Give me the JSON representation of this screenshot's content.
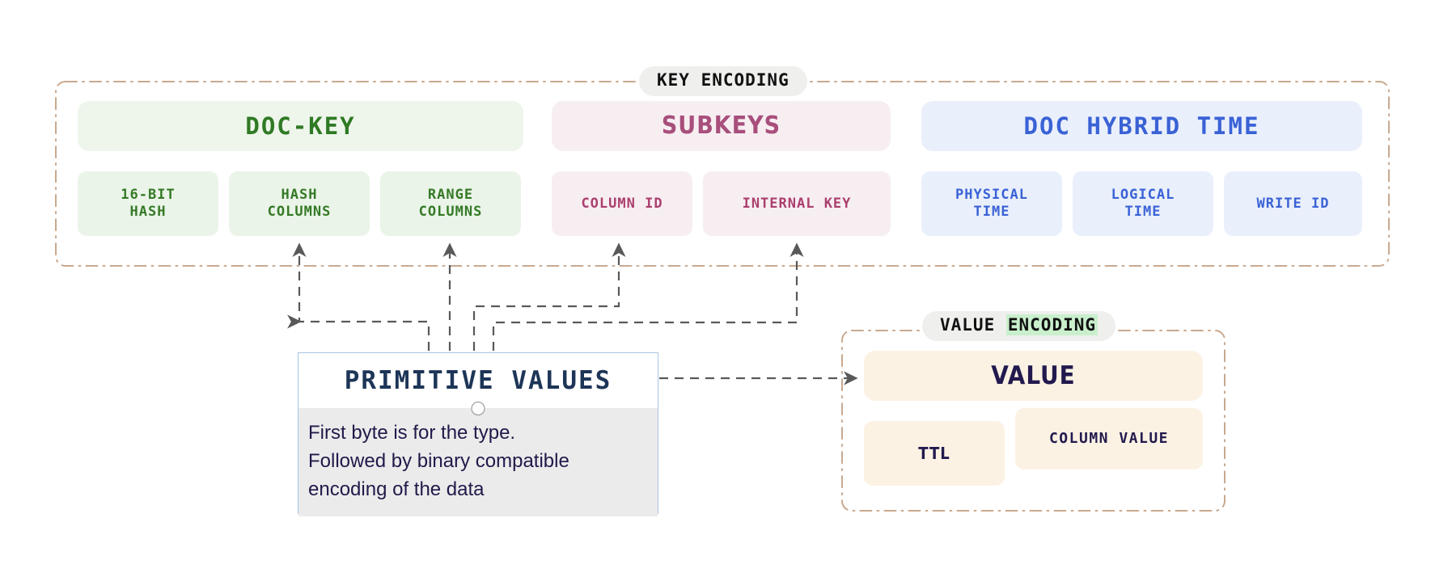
{
  "key_encoding": {
    "label_full": "KEY ENCODING",
    "sections": [
      {
        "name": "doc-key",
        "title": "DOC-KEY",
        "chips": [
          {
            "name": "16-bit-hash",
            "line1": "16-BIT",
            "line2": "HASH"
          },
          {
            "name": "hash-columns",
            "line1": "HASH",
            "line2": "COLUMNS"
          },
          {
            "name": "range-columns",
            "line1": "RANGE",
            "line2": "COLUMNS"
          }
        ]
      },
      {
        "name": "subkeys",
        "title": "SUBKEYS",
        "chips": [
          {
            "name": "column-id",
            "line1": "COLUMN ID",
            "line2": ""
          },
          {
            "name": "internal-key",
            "line1": "INTERNAL KEY",
            "line2": ""
          }
        ]
      },
      {
        "name": "doc-hybrid-time",
        "title": "DOC HYBRID TIME",
        "chips": [
          {
            "name": "physical-time",
            "line1": "PHYSICAL",
            "line2": "TIME"
          },
          {
            "name": "logical-time",
            "line1": "LOGICAL",
            "line2": "TIME"
          },
          {
            "name": "write-id",
            "line1": "WRITE ID",
            "line2": ""
          }
        ]
      }
    ]
  },
  "value_encoding": {
    "label_prefix": "VALUE",
    "label_highlight": "ENCODING",
    "title": "VALUE",
    "chips": [
      {
        "name": "ttl",
        "text": "TTL"
      },
      {
        "name": "column-value",
        "text": "COLUMN VALUE"
      }
    ]
  },
  "primitive_values": {
    "title": "PRIMITIVE VALUES",
    "body_line1": "First byte is for the type.",
    "body_line2": "Followed by binary compatible",
    "body_line3": "encoding of the data"
  },
  "colors": {
    "green_text": "#357a26",
    "pink_text": "#ab3f6e",
    "blue_text": "#3a62d6",
    "navy_text": "#221a4e",
    "container_border": "#c9a98f",
    "arrow": "#595959",
    "highlight_green": "#c9efcc",
    "pill_bg": "#efefee"
  }
}
